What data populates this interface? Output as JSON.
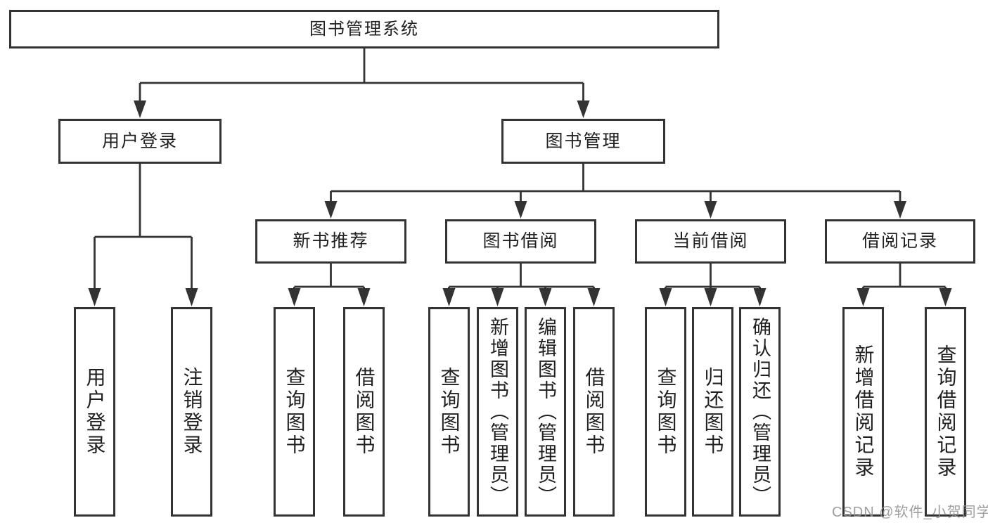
{
  "diagram": {
    "root": {
      "label": "图书管理系统"
    },
    "level2": [
      {
        "label": "用户登录",
        "children": [
          {
            "label": "用户登录"
          },
          {
            "label": "注销登录"
          }
        ]
      },
      {
        "label": "图书管理",
        "groups": [
          {
            "label": "新书推荐",
            "children": [
              {
                "label": "查询图书"
              },
              {
                "label": "借阅图书"
              }
            ]
          },
          {
            "label": "图书借阅",
            "children": [
              {
                "label": "查询图书"
              },
              {
                "label": "新增图书（管理员）"
              },
              {
                "label": "编辑图书（管理员）"
              },
              {
                "label": "借阅图书"
              }
            ]
          },
          {
            "label": "当前借阅",
            "children": [
              {
                "label": "查询图书"
              },
              {
                "label": "归还图书"
              },
              {
                "label": "确认归还（管理员）"
              }
            ]
          },
          {
            "label": "借阅记录",
            "children": [
              {
                "label": "新增借阅记录"
              },
              {
                "label": "查询借阅记录"
              }
            ]
          }
        ]
      }
    ]
  },
  "watermark": {
    "text": "CSDN @软件_小贺同学"
  },
  "colors": {
    "line": "#333333",
    "border": "#333333",
    "text": "#1f1f1f",
    "background": "#ffffff",
    "watermark": "#919191"
  }
}
